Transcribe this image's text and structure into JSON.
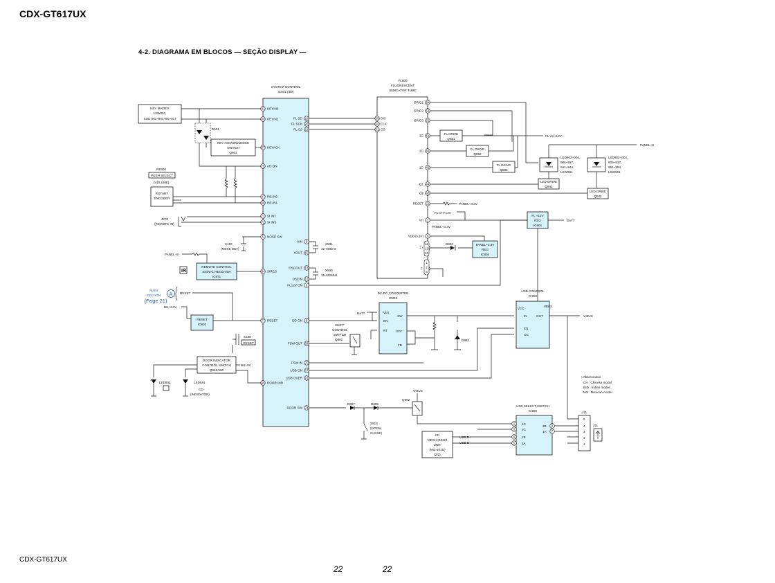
{
  "header": {
    "model": "CDX-GT617UX",
    "section_title": "4-2.   DIAGRAMA EM BLOCOS — SEÇÃO DISPLAY —"
  },
  "footer": {
    "model": "CDX-GT617UX",
    "page_left": "22",
    "page_right": "22"
  },
  "colors": {
    "ic_fill": "#d6f3fb",
    "link_blue": "#1f5fbf"
  },
  "blocks": {
    "sysctl": {
      "title": "SYSTEM CONTROL",
      "ref": "IC501 (3/3)"
    },
    "fl_tube": {
      "title": "FL800",
      "sub1": "FLUORESCENT",
      "sub2": "INDICATOR TUBE"
    },
    "key_matrix": {
      "l1": "KEY MATRIX",
      "l2": "LSW801,",
      "l3": "S201,902~904,906~917"
    },
    "key_ack": {
      "l1": "KEY ACKNOWLEDGE",
      "l2": "SWITCH",
      "l3": "Q501"
    },
    "rotary": {
      "caption1": "RE800",
      "push": "PUSH SELECT",
      "caption2": "(VOLUME)",
      "l1": "ROTARY",
      "l2": "ENCODER"
    },
    "remote_in": {
      "l1": "J370",
      "l2": "(REMOTE IN)"
    },
    "nose_det": {
      "l1": "S100",
      "l2": "(NOSE DET)"
    },
    "remote_rx": {
      "l1": "REMOTE CONTROL",
      "l2": "SIGNAL RECEIVER",
      "l3": "IC871"
    },
    "panel_plus8": "PANEL+8",
    "main_section": {
      "l1": "MAIN",
      "l2": "SECTION",
      "circle": "A",
      "page": "(Page 21)",
      "reset": "RESET"
    },
    "bu33": "BU+3.3V",
    "reset_ic": {
      "l1": "RESET",
      "l2": "IC802"
    },
    "s180": {
      "l1": "S180",
      "l2": "RESET"
    },
    "door_ind": {
      "l1": "DOOR INDICATOR",
      "l2": "CONTROL SWITCH",
      "l3": "Q589,590",
      "supply": "BU+5V"
    },
    "led502": "LED502",
    "led591": {
      "l1": "LED591",
      "l2": "CD",
      "l3": "(INDICATOR)"
    },
    "x501": {
      "l1": "X501",
      "l2": "32.768kHz"
    },
    "x500": {
      "l1": "X500",
      "l2": "16.432MHz"
    },
    "fl_drive1": {
      "l1": "FL DRIVE",
      "l2": "Q891"
    },
    "fl_drive2": {
      "l1": "FL DRIVE",
      "l2": "Q892"
    },
    "fl_drive3": {
      "l1": "FL DRIVE",
      "l2": "Q893"
    },
    "fl_vh12v": "FL VH+12V",
    "panel8_right": "PANEL+8",
    "led_grp1": {
      "l1": "LED902~904,",
      "l2": "906~917,",
      "l3": "941~944,",
      "l4": "LSW901"
    },
    "led_grp2": {
      "l1": "LED902~904,",
      "l2": "906~917,",
      "l3": "991~994,",
      "l4": "LSW891"
    },
    "led_drive1": {
      "l1": "LED DRIVE",
      "l2": "Q941"
    },
    "led_drive2": {
      "l1": "LED DRIVE",
      "l2": "Q942"
    },
    "panel33_reset": "PANEL+3.3V",
    "fl_vh12v_2": "FL VH+12V",
    "fl12reg": {
      "l1": "FL +12V",
      "l2": "REG",
      "l3": "IC801"
    },
    "batt1": "BATT",
    "panel33_2": "PANEL+3.3V",
    "d802": "D802",
    "panel33reg": {
      "l1": "PANEL+3.3V",
      "l2": "REG",
      "l3": "IC804"
    },
    "dcdc": {
      "title": "DC-DC CONVERTER",
      "ref": "IC803",
      "p1": "VIN",
      "p2": "EN",
      "p3": "RT",
      "p4": "SW",
      "p5": "INV",
      "p6": "FB"
    },
    "batt2": "BATT",
    "shift": {
      "l1": "SHIFT",
      "l2": "CONTROL",
      "l3": "SWITCH",
      "l4": "Q881"
    },
    "d883": "D883",
    "usb_ctrl": {
      "title": "USB CONTROL",
      "ref": "IC802",
      "p_in": "IN",
      "p_out": "OUT",
      "p_en": "EN",
      "p_oc": "OC",
      "left_v": "VCC",
      "right_v": "VBUS"
    },
    "vbus_out": "V-BUS",
    "abbrev": {
      "title": "• Abbreviation",
      "ch": "CH   : Chinese model",
      "ind": "IND  : Indian model",
      "mx": "MX   : Mexican model"
    },
    "vbus_q": {
      "l1": "V-BUS",
      "l2": "Q502"
    },
    "d807": "D807",
    "d806": "D806",
    "s810": {
      "l1": "S810",
      "l2": "(OPEN/",
      "l3": "CLOSE)"
    },
    "cdmech": {
      "l1": "CD",
      "l2": "MECHANISM",
      "l3": "UNIT",
      "l4": "(MG-101U)",
      "l5": "(2/2)",
      "usbp": "USB D+",
      "usbm": "USB D-"
    },
    "usb_sel": {
      "title": "USB SELECT SWITCH",
      "ref": "IC800",
      "p2c": "2C",
      "p1c": "1C",
      "p1b": "1B",
      "p2a": "2A",
      "p2b": "2B",
      "p1a": "1A"
    },
    "j11": {
      "l1": "J11",
      "l2": "J11"
    }
  },
  "pins_left": [
    {
      "n": "41",
      "l": "KEYIN0"
    },
    {
      "n": "40",
      "l": "KEYIN1"
    },
    {
      "n": "57",
      "l": "KEYACK"
    },
    {
      "n": "75",
      "l": "AD ON"
    },
    {
      "n": "47",
      "l": "RE-IN0"
    },
    {
      "n": "48",
      "l": "RE-IN1"
    },
    {
      "n": "71",
      "l": "SI INT"
    },
    {
      "n": "72",
      "l": "SI INS"
    },
    {
      "n": "5",
      "l": "NOSE SW"
    },
    {
      "n": "84",
      "l": "SIRCS"
    },
    {
      "n": "77",
      "l": "RESET"
    },
    {
      "n": "46",
      "l": "DOOR IND"
    }
  ],
  "pins_right": [
    {
      "n": "18",
      "l": "FL SO"
    },
    {
      "n": "20",
      "l": "FL SCK"
    },
    {
      "n": "19",
      "l": "FL CS"
    },
    {
      "n": "8",
      "l": "XIN"
    },
    {
      "n": "10",
      "l": "XOUT"
    },
    {
      "n": "13",
      "l": "OSCOUT"
    },
    {
      "n": "12",
      "l": "OSCIN"
    },
    {
      "n": "9",
      "l": "FL12V ON"
    },
    {
      "n": "6",
      "l": "DD ON"
    },
    {
      "n": "69",
      "l": "FSW OUT"
    },
    {
      "n": "70",
      "l": "FSW IN"
    },
    {
      "n": "67",
      "l": "USB ON"
    },
    {
      "n": "91",
      "l": "USB OVER"
    },
    {
      "n": "74",
      "l": "DOOR SW"
    }
  ],
  "fl_pins": [
    {
      "n": "63",
      "l": "DI0"
    },
    {
      "n": "62",
      "l": "CLK"
    },
    {
      "n": "61",
      "l": "CS"
    },
    {
      "n": "54",
      "l": "GRID1"
    },
    {
      "n": "53",
      "l": "GRID2"
    },
    {
      "n": "52",
      "l": "GRID3"
    },
    {
      "n": "51",
      "l": "3G"
    },
    {
      "n": "46",
      "l": "2G"
    },
    {
      "n": "45",
      "l": "1G"
    },
    {
      "n": "44",
      "l": "Q1"
    },
    {
      "n": "43",
      "l": "Q2"
    },
    {
      "n": "11",
      "l": "RESET"
    },
    {
      "n": "2",
      "l": "VH"
    },
    {
      "n": "8",
      "l": "VDD(3.3V)"
    },
    {
      "n": "11",
      "l": "F+"
    },
    {
      "n": "1",
      "l": "F-"
    }
  ],
  "fl_f_plus_pins": [
    "11",
    "12",
    "13"
  ],
  "fl_f_minus_pins": [
    "1",
    "2",
    "3"
  ]
}
